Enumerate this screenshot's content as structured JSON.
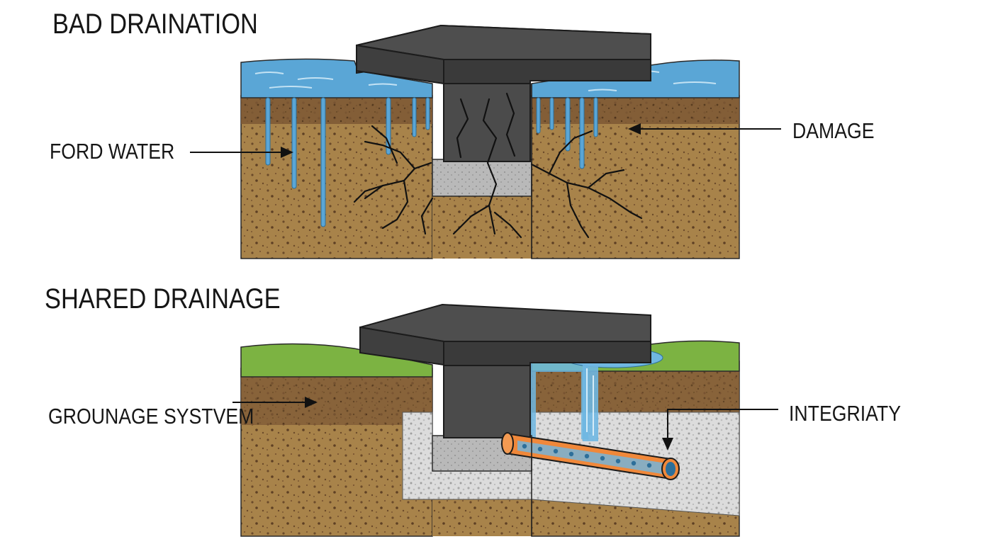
{
  "titles": {
    "top": "BAD DRAINATION",
    "bottom": "SHARED DRAINAGE"
  },
  "callouts": {
    "ford_water": "FORD WATER",
    "damage": "DAMAGE",
    "grounage_system": "GROUNAGE SYSTVEM",
    "integriaty": "INTEGRIATY"
  },
  "colors": {
    "soil": "#a8834a",
    "soil_dark": "#6b4a2a",
    "water": "#5aa6d6",
    "water_light": "#9fd0ee",
    "concrete": "#4a4a4a",
    "footing": "#b5b5b5",
    "grass": "#7cb342",
    "gravel": "#d9d9d9",
    "pipe": "#f0883a",
    "crack": "#111111"
  },
  "icons": [
    "arrow-right-icon",
    "arrow-left-icon",
    "arrow-down-icon"
  ]
}
